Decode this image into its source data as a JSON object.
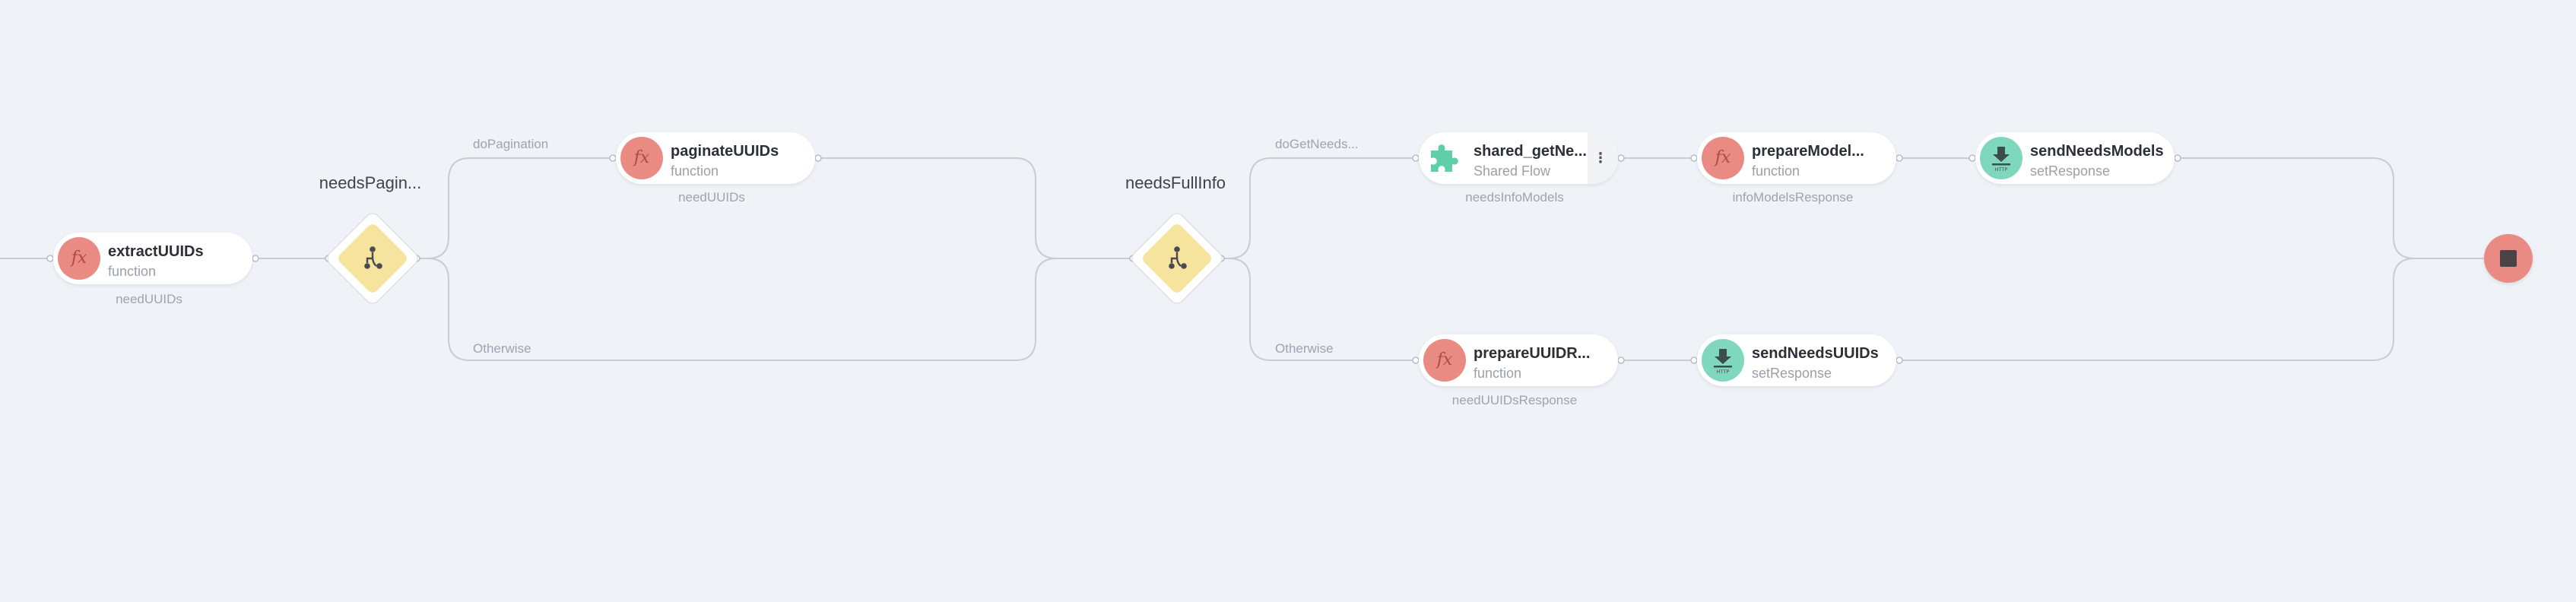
{
  "flow": {
    "nodes": {
      "extract_uuids": {
        "name": "extractUUIDs",
        "type": "function",
        "label": "needUUIDs"
      },
      "paginate_uuids": {
        "name": "paginateUUIDs",
        "type": "function",
        "label": "needUUIDs"
      },
      "shared_get": {
        "name": "shared_getNe...",
        "type": "Shared Flow",
        "label": "needsInfoModels"
      },
      "prepare_model": {
        "name": "prepareModel...",
        "type": "function",
        "label": "infoModelsResponse"
      },
      "send_needs_models": {
        "name": "sendNeedsModels",
        "type": "setResponse"
      },
      "prepare_uuidr": {
        "name": "prepareUUIDR...",
        "type": "function",
        "label": "needUUIDsResponse"
      },
      "send_needs_uuids": {
        "name": "sendNeedsUUIDs",
        "type": "setResponse"
      }
    },
    "decisions": {
      "needs_pagination": {
        "title": "needsPagin...",
        "branch_true": "doPagination",
        "branch_else": "Otherwise"
      },
      "needs_full_info": {
        "title": "needsFullInfo",
        "branch_true": "doGetNeeds...",
        "branch_else": "Otherwise"
      }
    }
  },
  "icons": {
    "function": "fx",
    "shared_flow": "puzzle-icon",
    "set_response": "http-download-icon",
    "node_menu": "⁝",
    "end": "stop-icon"
  },
  "colors": {
    "function_icon": "#e98a83",
    "response_icon": "#7fd8bd",
    "shared_icon": "#5fcfa7",
    "decision_fill": "#f6e39d",
    "end_node": "#e98a83",
    "canvas": "#eff2f7"
  }
}
